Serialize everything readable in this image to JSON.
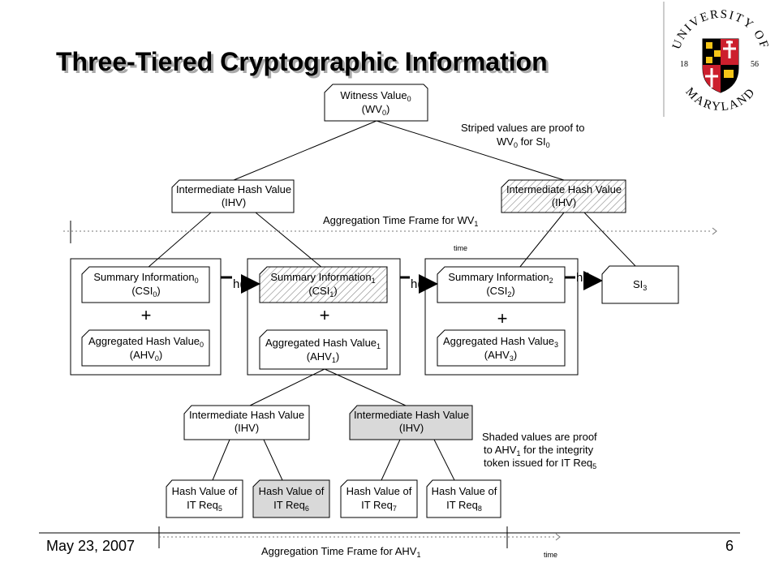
{
  "slide": {
    "title": "Three-Tiered Cryptographic Information",
    "footer_date": "May 23, 2007",
    "page_number": "6"
  },
  "logo": {
    "arc_top": "UNIVERSITY OF",
    "arc_bottom": "MARYLAND",
    "year_left": "18",
    "year_right": "56",
    "colors": {
      "red": "#cc1f2d",
      "gold": "#f5c518",
      "black": "#000000"
    }
  },
  "diagram": {
    "witness": {
      "line1": "Witness Value",
      "sub1": "0",
      "line2": "(WV",
      "sub2": "0",
      "line2_end": ")"
    },
    "striped_note": {
      "line1": "Striped values are proof to",
      "line2a": "WV",
      "line2b": "0",
      "line2c": " for SI",
      "line2d": "0"
    },
    "ihv_left": {
      "line1": "Intermediate Hash Value",
      "line2": "(IHV)"
    },
    "ihv_right": {
      "line1": "Intermediate Hash Value",
      "line2": "(IHV)"
    },
    "timeline_top": {
      "label": "Aggregation Time Frame for WV",
      "sub": "1",
      "time": "time"
    },
    "summaries": [
      {
        "line1": "Summary Information",
        "sub1": "0",
        "line2": "(CSI",
        "sub2": "0",
        "end": ")"
      },
      {
        "line1": "Summary Information",
        "sub1": "1",
        "line2": "(CSI",
        "sub2": "1",
        "end": ")"
      },
      {
        "line1": "Summary Information",
        "sub1": "2",
        "line2": "(CSI",
        "sub2": "2",
        "end": ")"
      }
    ],
    "aggregated": [
      {
        "line1": "Aggregated Hash Value",
        "sub1": "0",
        "line2": "(AHV",
        "sub2": "0",
        "end": ")"
      },
      {
        "line1": "Aggregated Hash Value",
        "sub1": "1",
        "line2": "(AHV",
        "sub2": "1",
        "end": ")"
      },
      {
        "line1": "Aggregated Hash Value",
        "sub1": "3",
        "line2": "(AHV",
        "sub2": "3",
        "end": ")"
      }
    ],
    "plus": "+",
    "hash_fn": "h()",
    "si3": {
      "text": "SI",
      "sub": "3"
    },
    "ihv_lower_left": {
      "line1": "Intermediate Hash Value",
      "line2": "(IHV)"
    },
    "ihv_lower_right": {
      "line1": "Intermediate Hash Value",
      "line2": "(IHV)"
    },
    "shaded_note": {
      "line1": "Shaded values are proof",
      "line2a": "to AHV",
      "line2b": "1",
      "line2c": " for the integrity",
      "line3": "token issued for IT Req",
      "line3sub": "5"
    },
    "leaves": [
      {
        "line1": "Hash Value of",
        "line2": "IT Req",
        "sub": "5"
      },
      {
        "line1": "Hash Value of",
        "line2": "IT Req",
        "sub": "6"
      },
      {
        "line1": "Hash Value of",
        "line2": "IT Req",
        "sub": "7"
      },
      {
        "line1": "Hash Value of",
        "line2": "IT Req",
        "sub": "8"
      }
    ],
    "timeline_bottom": {
      "label": "Aggregation Time Frame for AHV",
      "sub": "1",
      "time": "time"
    }
  }
}
